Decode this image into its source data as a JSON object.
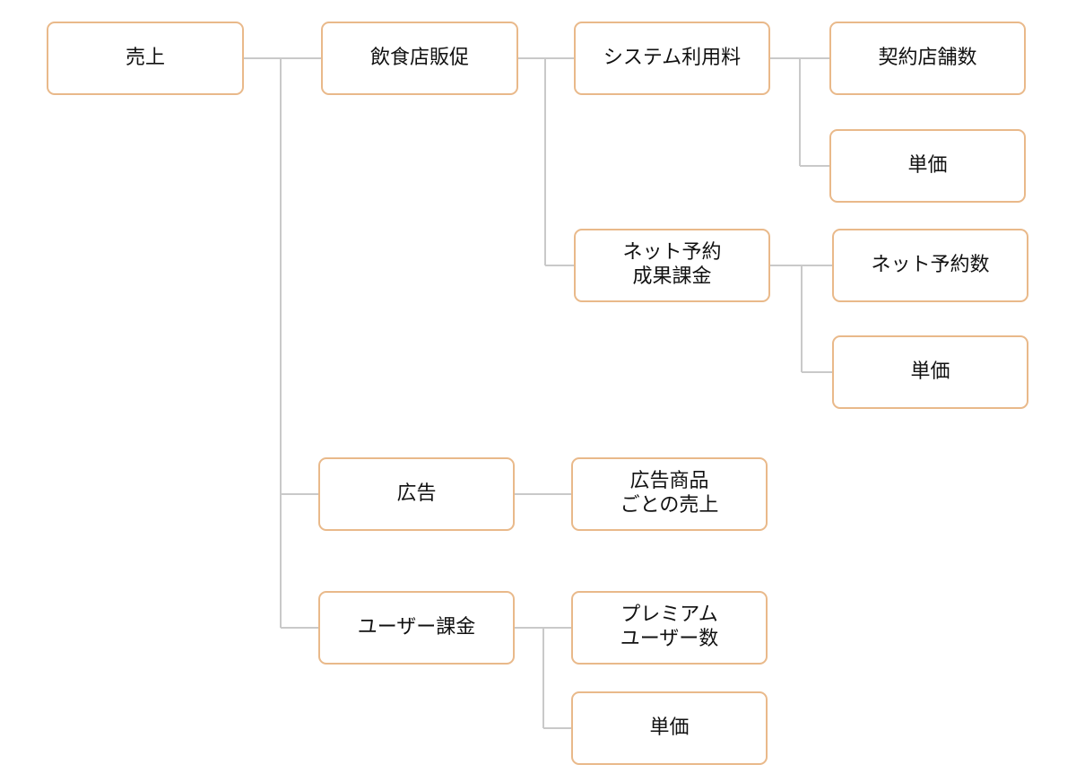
{
  "colors": {
    "node_border": "#e9b98a",
    "connector": "#c9c9c9",
    "text": "#111111"
  },
  "nodes": {
    "uriage": "売上",
    "inshokuten_hansoku": "飲食店販促",
    "system_riyoryo": "システム利用料",
    "keiyaku_tenposu": "契約店舗数",
    "tanka_system": "単価",
    "net_yoyaku_seika_kakin": "ネット予約\n成果課金",
    "net_yoyakusu": "ネット予約数",
    "tanka_net": "単価",
    "kokoku": "広告",
    "kokoku_shohin_uriage": "広告商品\nごとの売上",
    "user_kakin": "ユーザー課金",
    "premium_usersu": "プレミアム\nユーザー数",
    "tanka_user": "単価"
  }
}
